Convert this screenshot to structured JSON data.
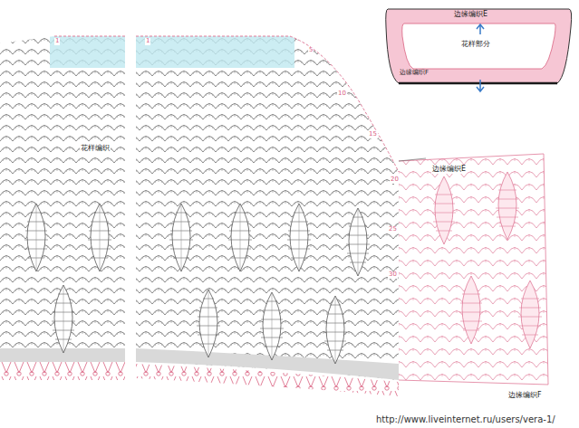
{
  "diagram": {
    "labels": [
      "花样编织",
      "边缘编织E",
      "边缘编织F",
      "边缘编织E",
      "花样部分",
      "边缘编织F",
      "http://www.liveinternet.ru/users/vera-1/",
      "1",
      "1",
      "5",
      "10",
      "15",
      "20",
      "25",
      "30"
    ]
  }
}
